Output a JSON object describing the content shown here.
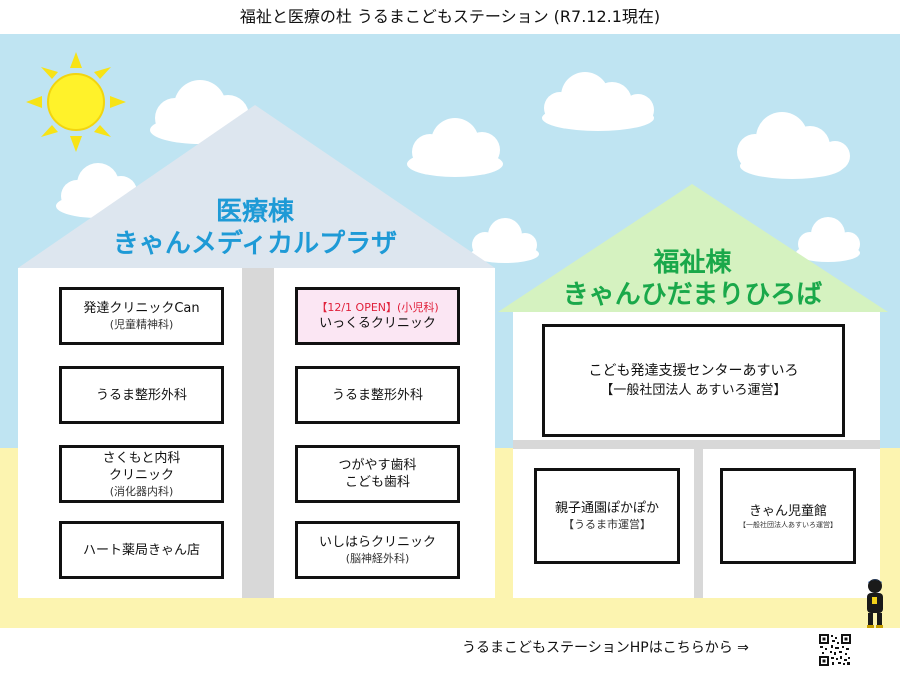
{
  "header": {
    "title": "福祉と医療の杜 うるまこどもステーション (R7.12.1現在)"
  },
  "colors": {
    "sky": "#bfe4f2",
    "ground": "#fcf4b0",
    "roof_left": "#dde6ef",
    "roof_right": "#d5f2c0",
    "medical_title": "#1e9ad6",
    "welfare_title": "#1aa84a",
    "open_tag": "#e0203a",
    "highlight": "#fbe6f3"
  },
  "medical": {
    "title_line1": "医療棟",
    "title_line2": "きゃんメディカルプラザ",
    "left_column": [
      {
        "name": "発達クリニックCan",
        "sub": "(児童精神科)"
      },
      {
        "name": "うるま整形外科",
        "sub": ""
      },
      {
        "name": "さくもと内科\nクリニック",
        "sub": "(消化器内科)"
      },
      {
        "name": "ハート薬局きゃん店",
        "sub": ""
      }
    ],
    "right_column": [
      {
        "tag": "【12/1 OPEN】(小児科)",
        "name": "いっくるクリニック",
        "highlight": true
      },
      {
        "name": "うるま整形外科",
        "sub": ""
      },
      {
        "name": "つがやす歯科\nこども歯科",
        "sub": ""
      },
      {
        "name": "いしはらクリニック",
        "sub": "(脳神経外科)"
      }
    ]
  },
  "welfare": {
    "title_line1": "福祉棟",
    "title_line2": "きゃんひだまりひろば",
    "main": {
      "name": "こども発達支援センターあすいろ",
      "sub": "【一般社団法人 あすいろ運営】"
    },
    "left": {
      "name": "親子通園ぽかぽか",
      "sub": "【うるま市運営】"
    },
    "right": {
      "name": "きゃん児童館",
      "sub": "【一般社団法人あすいろ運営】"
    }
  },
  "footer": {
    "hp_link": "うるまこどもステーションHPはこちらから ⇒"
  },
  "icons": {
    "sun": "sun-icon",
    "qr": "qr-code-icon",
    "mascot": "child-mascot-icon"
  }
}
